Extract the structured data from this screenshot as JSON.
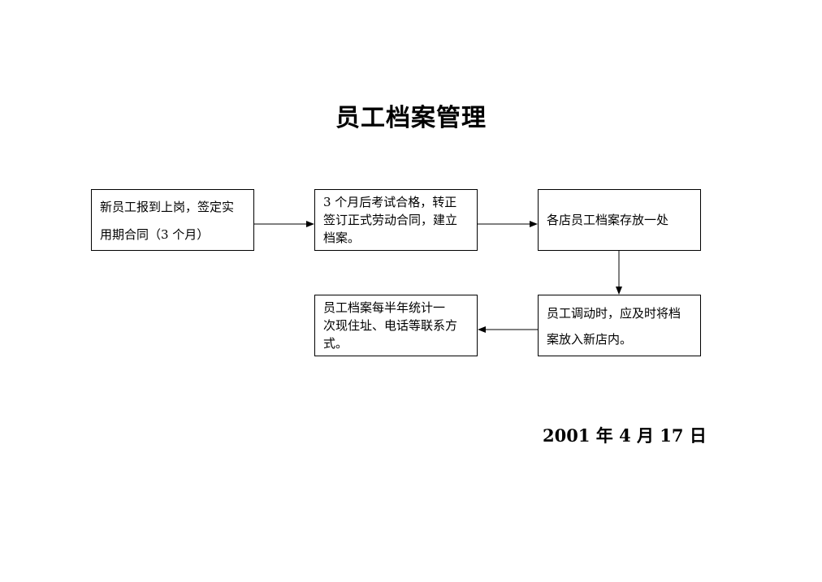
{
  "document": {
    "title": "员工档案管理",
    "date": "2001 年 4 月 17 日"
  },
  "flow": {
    "steps": [
      {
        "id": "step-1",
        "text": "新员工报到上岗，签定实\n用期合同（3 个月）"
      },
      {
        "id": "step-2",
        "text": "3 个月后考试合格，转正\n签订正式劳动合同，建立\n档案。"
      },
      {
        "id": "step-3",
        "text": "各店员工档案存放一处"
      },
      {
        "id": "step-4",
        "text": "员工调动时，应及时将档\n案放入新店内。"
      },
      {
        "id": "step-5",
        "text": "员工档案每半年统计一\n次现住址、电话等联系方\n式。"
      }
    ],
    "connections": [
      {
        "from": "step-1",
        "to": "step-2"
      },
      {
        "from": "step-2",
        "to": "step-3"
      },
      {
        "from": "step-3",
        "to": "step-4"
      },
      {
        "from": "step-4",
        "to": "step-5"
      }
    ]
  }
}
